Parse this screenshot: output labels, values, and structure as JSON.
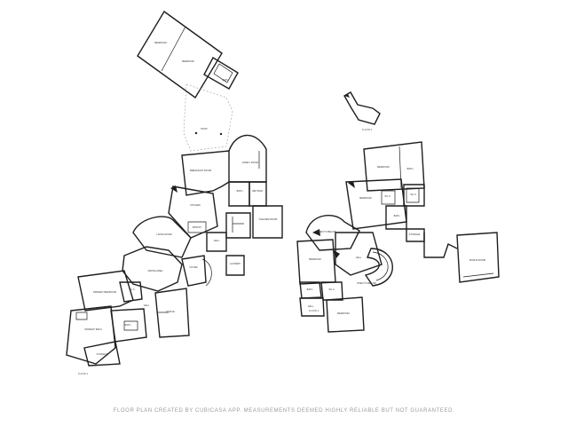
{
  "footer": {
    "text": "FLOOR PLAN CREATED BY CUBICASA APP. MEASUREMENTS DEEMED HIGHLY RELIABLE BUT NOT GUARANTEED."
  },
  "floors": [
    {
      "id": "floor-1",
      "label": "FLOOR 1"
    },
    {
      "id": "floor-2",
      "label": "FLOOR 2"
    },
    {
      "id": "floor-3",
      "label": "FLOOR 3"
    }
  ],
  "rooms": [
    {
      "id": "bedroom-guest",
      "name": "BEDROOM",
      "dims": ""
    },
    {
      "id": "bedroom-guest-2",
      "name": "BEDROOM",
      "dims": ""
    },
    {
      "id": "bath-guest",
      "name": "BATH",
      "dims": ""
    },
    {
      "id": "patio",
      "name": "PATIO",
      "dims": ""
    },
    {
      "id": "breakfast-room",
      "name": "BREAKFAST ROOM",
      "dims": ""
    },
    {
      "id": "family-room",
      "name": "FAMILY ROOM",
      "dims": ""
    },
    {
      "id": "bath-1",
      "name": "BATH",
      "dims": ""
    },
    {
      "id": "wet-bar",
      "name": "WET BAR",
      "dims": ""
    },
    {
      "id": "theater-room",
      "name": "THEATER ROOM",
      "dims": ""
    },
    {
      "id": "kitchen",
      "name": "KITCHEN",
      "dims": ""
    },
    {
      "id": "living-room",
      "name": "LIVING ROOM",
      "dims": ""
    },
    {
      "id": "pantry",
      "name": "PANTRY",
      "dims": ""
    },
    {
      "id": "hall-1",
      "name": "HALL",
      "dims": ""
    },
    {
      "id": "dining-area",
      "name": "DINING AREA",
      "dims": ""
    },
    {
      "id": "foyer",
      "name": "FOYER",
      "dims": ""
    },
    {
      "id": "laundry",
      "name": "LAUNDRY",
      "dims": ""
    },
    {
      "id": "primary-bedroom",
      "name": "PRIMARY BEDROOM",
      "dims": ""
    },
    {
      "id": "wic-1",
      "name": "W.I.C.",
      "dims": ""
    },
    {
      "id": "primary-bath",
      "name": "PRIMARY BATH",
      "dims": ""
    },
    {
      "id": "bath-2",
      "name": "BATH",
      "dims": ""
    },
    {
      "id": "office",
      "name": "OFFICE",
      "dims": ""
    },
    {
      "id": "hall-2",
      "name": "HALL",
      "dims": ""
    },
    {
      "id": "storage",
      "name": "STORAGE",
      "dims": ""
    },
    {
      "id": "bedroom-2",
      "name": "BEDROOM",
      "dims": ""
    },
    {
      "id": "bath-3",
      "name": "BATH",
      "dims": ""
    },
    {
      "id": "wic-2",
      "name": "W.I.C.",
      "dims": ""
    },
    {
      "id": "bedroom-3",
      "name": "BEDROOM",
      "dims": ""
    },
    {
      "id": "wic-3",
      "name": "W.I.C.",
      "dims": ""
    },
    {
      "id": "bath-4",
      "name": "BATH",
      "dims": ""
    },
    {
      "id": "open-to-below-1",
      "name": "OPEN TO BELOW",
      "dims": ""
    },
    {
      "id": "bedroom-4",
      "name": "BEDROOM",
      "dims": ""
    },
    {
      "id": "hall-3",
      "name": "HALL",
      "dims": ""
    },
    {
      "id": "open-to-below-2",
      "name": "OPEN TO BELOW",
      "dims": ""
    },
    {
      "id": "bath-5",
      "name": "BATH",
      "dims": ""
    },
    {
      "id": "wic-4",
      "name": "W.I.C.",
      "dims": ""
    },
    {
      "id": "bedroom-5",
      "name": "BEDROOM",
      "dims": ""
    },
    {
      "id": "hall-4",
      "name": "HALL",
      "dims": ""
    },
    {
      "id": "bonus-room",
      "name": "BONUS ROOM",
      "dims": ""
    },
    {
      "id": "storage-2",
      "name": "STORAGE",
      "dims": ""
    }
  ]
}
